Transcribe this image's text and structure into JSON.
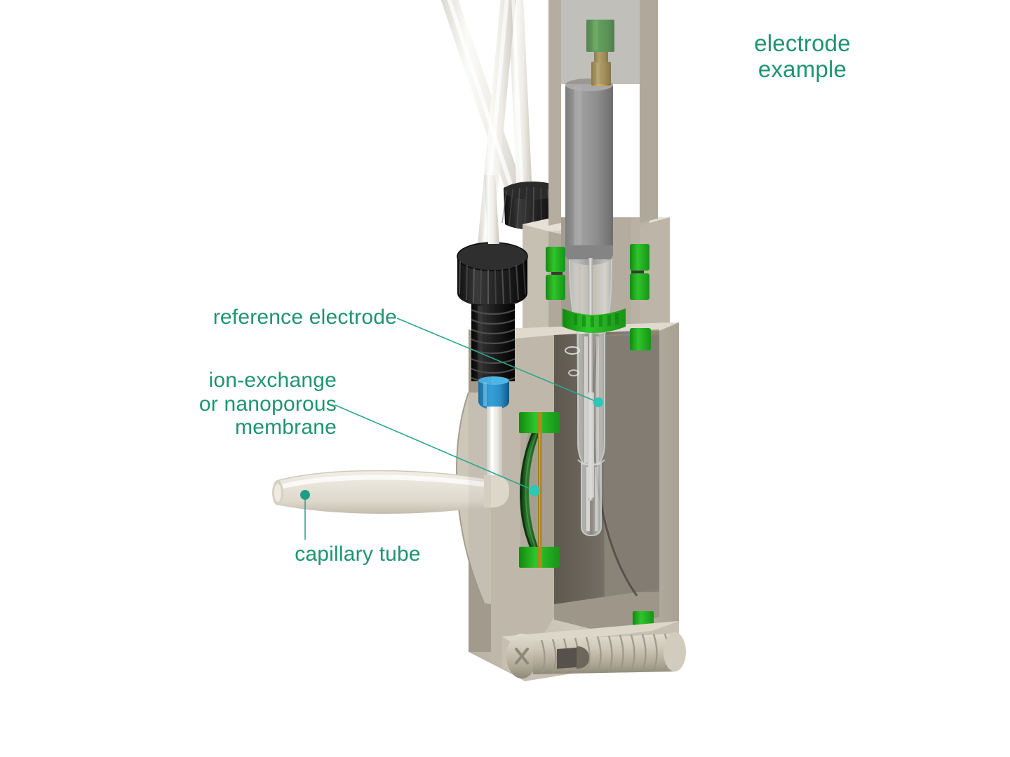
{
  "figure": {
    "title": "electrode example",
    "accent_color": "#1f9470",
    "leader_dot_color": "#2ec6b6",
    "background": "#ffffff"
  },
  "labels": [
    {
      "id": "electrode-example",
      "text": "electrode\nexample",
      "color": "#1f9470",
      "has_leader": false
    },
    {
      "id": "reference-electrode",
      "text": "reference electrode",
      "color": "#1f9470",
      "has_leader": true,
      "leader_from": [
        566,
        454
      ],
      "leader_to": [
        853,
        574
      ]
    },
    {
      "id": "ion-exchange-membrane",
      "text": "ion-exchange\nor nanoporous\nmembrane",
      "color": "#1f9470",
      "has_leader": true,
      "leader_from": [
        478,
        578
      ],
      "leader_to": [
        762,
        700
      ]
    },
    {
      "id": "capillary-tube",
      "text": "capillary tube",
      "color": "#1f9470",
      "has_leader": true,
      "leader_from": [
        435,
        770
      ],
      "leader_to": [
        435,
        706
      ]
    }
  ],
  "parts": {
    "tubes": {
      "name": "flexible tubing",
      "color": "#f3f3f1",
      "count": 3
    },
    "knurled_cap_top": {
      "name": "black knurled fitting (rear)",
      "color": "#1e1e1e"
    },
    "knurled_cap_front": {
      "name": "black knurled compression fitting",
      "color": "#232323"
    },
    "threaded_barrel": {
      "name": "threaded black barrel",
      "color": "#141414"
    },
    "blue_ferrule": {
      "name": "blue ferrule / seal",
      "color": "#2a93d0"
    },
    "inner_white_tube": {
      "name": "inner white capillary",
      "color": "#e7e6e2"
    },
    "body": {
      "name": "cell body (cutaway)",
      "color_light": "#d8d2c6",
      "color_mid": "#b3ac9f",
      "color_dark": "#6e675d"
    },
    "gaskets": {
      "name": "green o-ring seals",
      "color": "#22a522"
    },
    "membrane": {
      "name": "ion-exchange or nanoporous membrane",
      "color": "#1d5d22"
    },
    "membrane_edge": {
      "name": "membrane support wire",
      "color": "#b8821e"
    },
    "glass_electrode": {
      "name": "glass reference electrode tube",
      "color": "#e8eceb"
    },
    "electrode_wire": {
      "name": "internal electrode wire",
      "color": "#cfcfcf"
    },
    "gray_electrode_body": {
      "name": "gray electrode housing",
      "color": "#8f8f8f"
    },
    "brass_fitting": {
      "name": "brass connector",
      "color": "#c8a037"
    },
    "green_connector": {
      "name": "green cable connector",
      "color": "#1fa62c"
    },
    "screw": {
      "name": "phillips machine screw",
      "color": "#cfc8bb"
    },
    "capillary_tube": {
      "name": "capillary tube",
      "color": "#e6e2d8"
    }
  }
}
